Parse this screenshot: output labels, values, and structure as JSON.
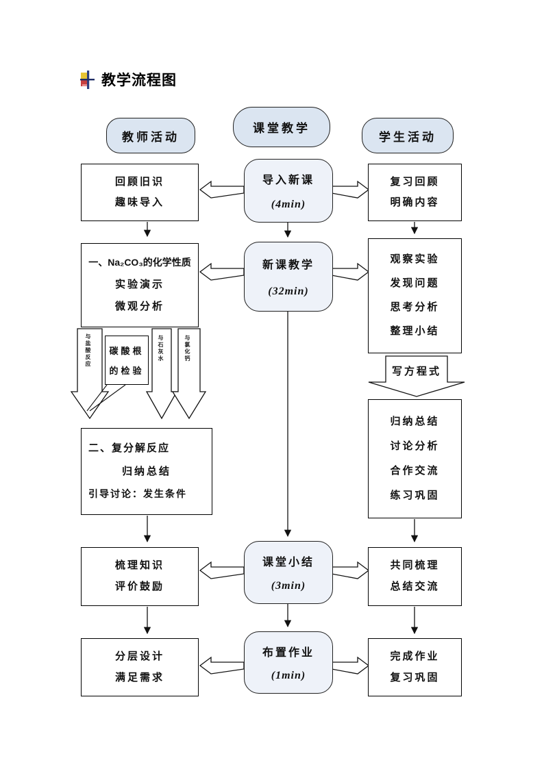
{
  "page": {
    "title": "教学流程图"
  },
  "headers": [
    {
      "label": "教师活动"
    },
    {
      "label": "课堂教学"
    },
    {
      "label": "学生活动"
    }
  ],
  "center_nodes": [
    {
      "label": "导入新课",
      "duration": "(4min)"
    },
    {
      "label": "新课教学",
      "duration": "(32min)"
    },
    {
      "label": "课堂小结",
      "duration": "(3min)"
    },
    {
      "label": "布置作业",
      "duration": "(1min)"
    }
  ],
  "teacher_boxes": [
    {
      "lines": [
        "回顾旧识",
        "趣味导入"
      ]
    },
    {
      "lines": [
        "一、Na₂CO₃的化学性质",
        "实验演示",
        "微观分析"
      ]
    },
    {
      "lines": [
        "二、复分解反应",
        "归纳总结",
        "引导讨论：发生条件"
      ]
    },
    {
      "lines": [
        "梳理知识",
        "评价鼓励"
      ]
    },
    {
      "lines": [
        "分层设计",
        "满足需求"
      ]
    }
  ],
  "student_boxes": [
    {
      "lines": [
        "复习回顾",
        "明确内容"
      ]
    },
    {
      "lines": [
        "观察实验",
        "发现问题",
        "思考分析",
        "整理小结"
      ]
    },
    {
      "lines": [
        "归纳总结",
        "讨论分析",
        "合作交流",
        "练习巩固"
      ]
    },
    {
      "lines": [
        "共同梳理",
        "总结交流"
      ]
    },
    {
      "lines": [
        "完成作业",
        "复习巩固"
      ]
    }
  ],
  "annotations": {
    "down_arrow_texts": [
      "与盐酸反应",
      "与石灰水",
      "与氯化钙"
    ],
    "callout": {
      "line1": "碳酸根",
      "line2": "的检验"
    },
    "write_equation": "写方程式"
  },
  "colors": {
    "node_fill": "#dbe5f1",
    "center_fill": "#eef2f9",
    "border": "#1f1f1f",
    "bullet_yellow": "#e8c434",
    "bullet_red": "#c84040",
    "bullet_navy": "#2e3f7f"
  }
}
